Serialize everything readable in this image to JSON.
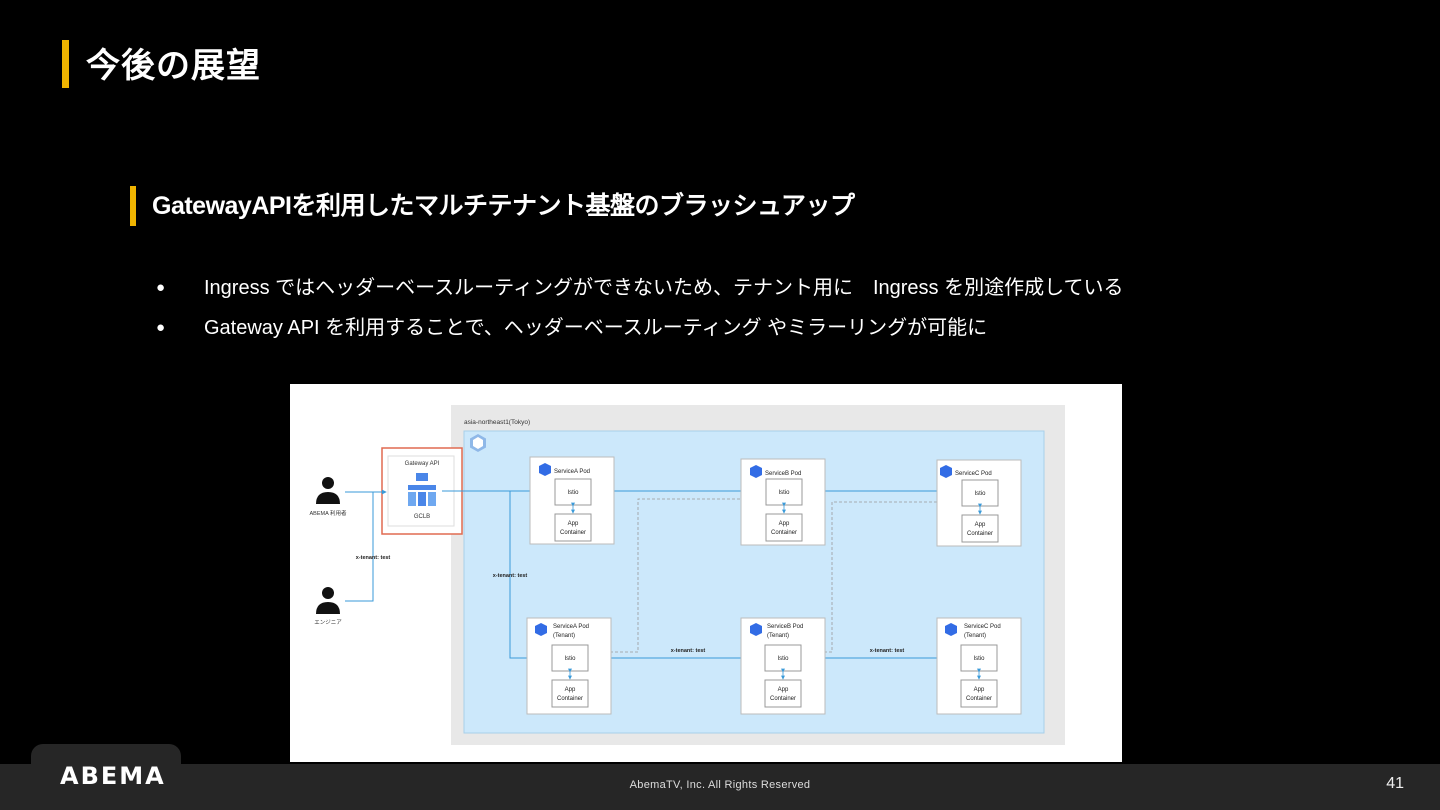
{
  "slide": {
    "title": "今後の展望",
    "subtitle": "GatewayAPIを利用したマルチテナント基盤のブラッシュアップ",
    "bullets": [
      "Ingress ではヘッダーベースルーティングができないため、テナント用に　Ingress を別途作成している",
      "Gateway API を利用することで、ヘッダーベースルーティング やミラーリングが可能に"
    ],
    "bullet_marker": "●"
  },
  "diagram": {
    "region_label": "asia-northeast1(Tokyo)",
    "gateway": {
      "label": "Gateway API",
      "sublabel": "GCLB"
    },
    "users": [
      {
        "label": "ABEMA 利用者"
      },
      {
        "label": "エンジニア"
      }
    ],
    "header_labels": {
      "engineer": "x-tenant: test",
      "tenant_branch": "x-tenant: test",
      "a_to_b": "x-tenant: test",
      "b_to_c": "x-tenant: test"
    },
    "pods_top": [
      {
        "name": "ServiceA Pod",
        "istio": "Istio",
        "app": [
          "App",
          "Container"
        ]
      },
      {
        "name": "ServiceB Pod",
        "istio": "Istio",
        "app": [
          "App",
          "Container"
        ]
      },
      {
        "name": "ServiceC Pod",
        "istio": "Istio",
        "app": [
          "App",
          "Container"
        ]
      }
    ],
    "pods_tenant": [
      {
        "name": [
          "ServiceA Pod",
          "(Tenant)"
        ],
        "istio": "Istio",
        "app": [
          "App",
          "Container"
        ]
      },
      {
        "name": [
          "ServiceB Pod",
          "(Tenant)"
        ],
        "istio": "Istio",
        "app": [
          "App",
          "Container"
        ]
      },
      {
        "name": [
          "ServiceC Pod",
          "(Tenant)"
        ],
        "istio": "Istio",
        "app": [
          "App",
          "Container"
        ]
      }
    ],
    "colors": {
      "region_fill": "#cce8fb",
      "line": "#3a9ad9",
      "gateway_border": "#e06a50",
      "k8s_blue": "#326ce5"
    }
  },
  "footer": {
    "logo": "ABEMA",
    "copyright": "AbemaTV, Inc. All Rights Reserved",
    "page_number": "41"
  }
}
